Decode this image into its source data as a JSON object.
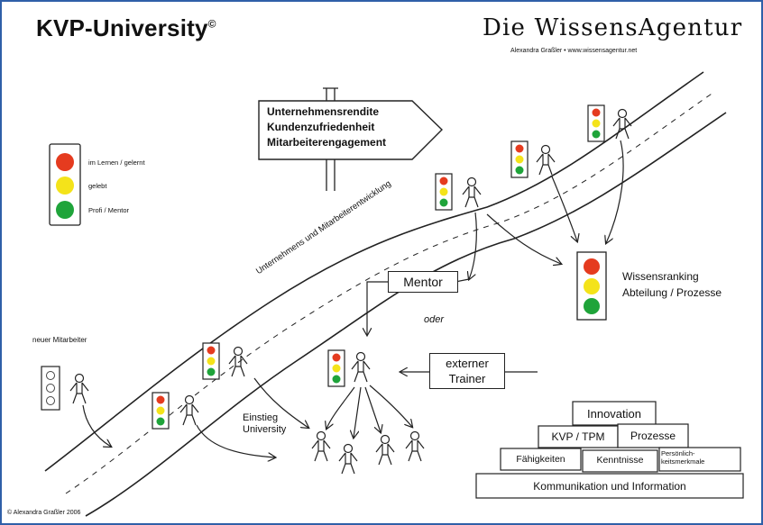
{
  "header": {
    "title": "KVP-University",
    "title_mark": "©",
    "brand": "Die WissensAgentur",
    "brand_sub": "Alexandra Graßler • www.wissensagentur.net"
  },
  "legend": [
    {
      "color": "#e53b1f",
      "label": "im Lernen / gelernt"
    },
    {
      "color": "#f4e31a",
      "label": "gelebt"
    },
    {
      "color": "#1fa43a",
      "label": "Profi / Mentor"
    }
  ],
  "signpost": {
    "lines": [
      "Unternehmensrendite",
      "Kundenzufriedenheit",
      "Mitarbeiterengagement"
    ]
  },
  "road_label": "Unternehmens und Mitarbeiterentwicklung",
  "labels": {
    "mentor": "Mentor",
    "oder": "oder",
    "externer": "externer",
    "trainer": "Trainer",
    "wissensranking": "Wissensranking",
    "abteilung": "Abteilung / Prozesse",
    "neuer_mitarbeiter": "neuer Mitarbeiter",
    "einstieg": "Einstieg",
    "university": "University",
    "copyright": "© Alexandra Graßler 2006"
  },
  "pyramid": {
    "innovation": "Innovation",
    "kvp": "KVP / TPM",
    "prozesse": "Prozesse",
    "faehigkeiten": "Fähigkeiten",
    "kenntnisse": "Kenntnisse",
    "persoenlich": "Persönlich-",
    "merkmale": "keitsmerkmale",
    "kommunikation": "Kommunikation und Information"
  },
  "colors": {
    "frame": "#2f5fa8",
    "red": "#e53b1f",
    "yellow": "#f4e31a",
    "green": "#1fa43a"
  }
}
